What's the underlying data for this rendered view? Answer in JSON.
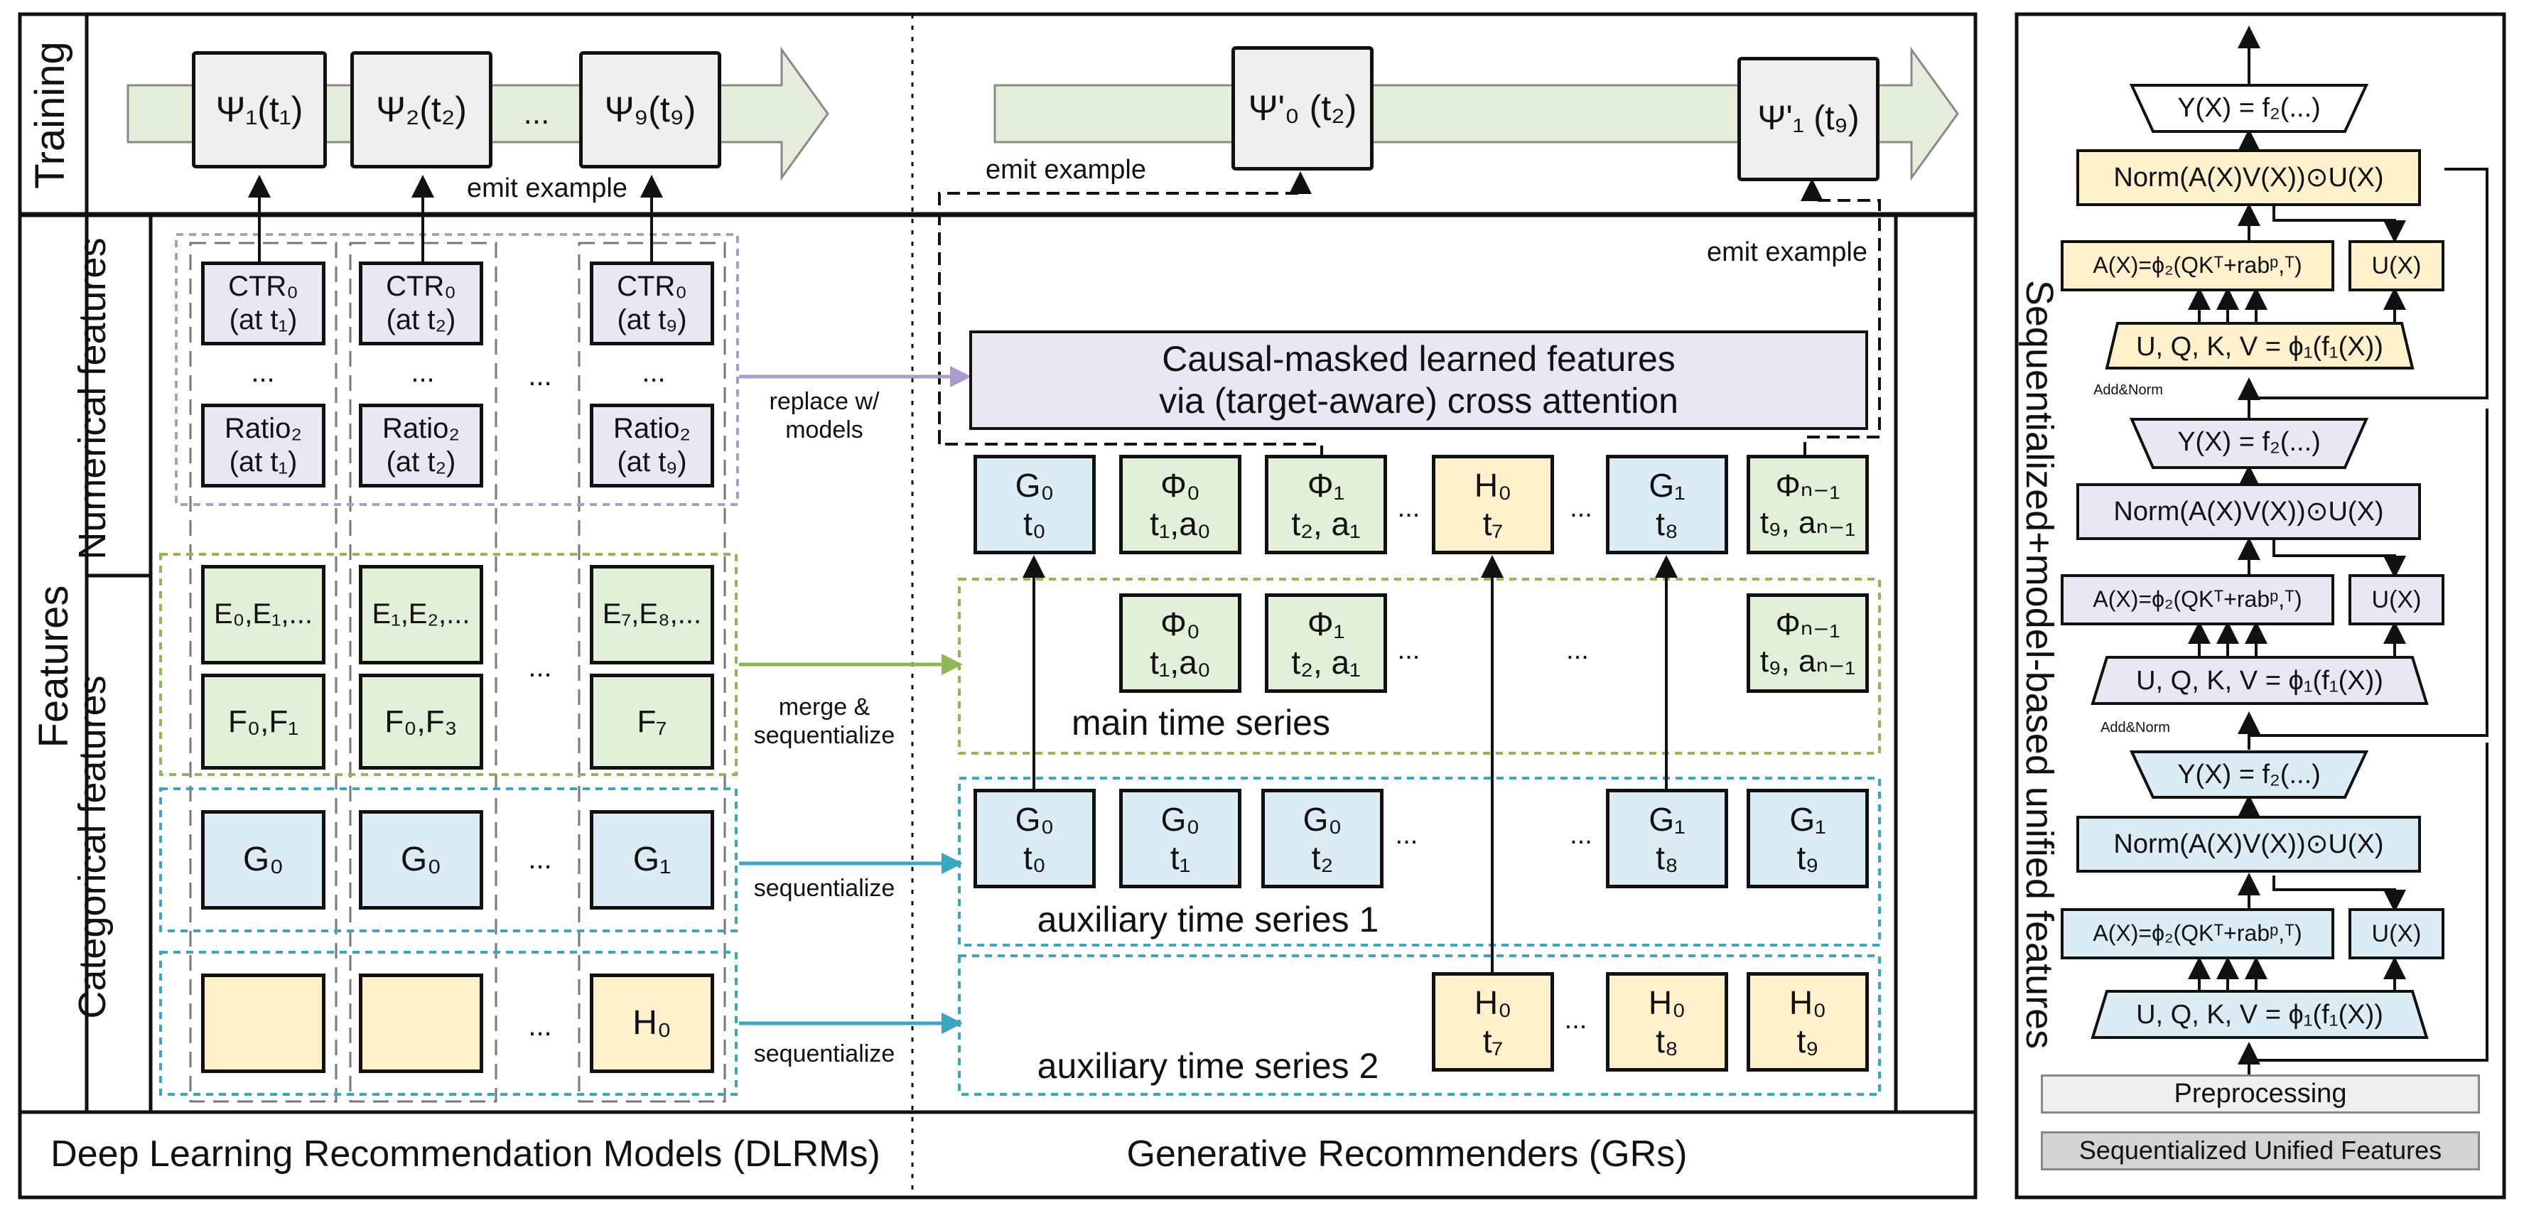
{
  "rows": {
    "training": "Training",
    "features": "Features",
    "numerical": "Numerical features",
    "categorical": "Categorical features",
    "right_side": "Sequentialized+model-based unified features"
  },
  "bottom": {
    "dlrm": "Deep Learning Recommendation Models (DLRMs)",
    "gr": "Generative Recommenders (GRs)"
  },
  "training": {
    "psi1": "Ψ₁(t₁)",
    "psi2": "Ψ₂(t₂)",
    "psi9": "Ψ₉(t₉)",
    "psi0p": "Ψ'₀ (t₂)",
    "psi1p": "Ψ'₁ (t₉)",
    "ellipsis": "...",
    "emit_left": "emit example",
    "emit_mid": "emit example",
    "emit_right": "emit example"
  },
  "dlrm": {
    "ctr1": [
      "CTR₀",
      "(at t₁)"
    ],
    "ctr2": [
      "CTR₀",
      "(at t₂)"
    ],
    "ctr9": [
      "CTR₀",
      "(at t₉)"
    ],
    "ratio1": [
      "Ratio₂",
      "(at t₁)"
    ],
    "ratio2": [
      "Ratio₂",
      "(at t₂)"
    ],
    "ratio9": [
      "Ratio₂",
      "(at t₉)"
    ],
    "e1": "E₀,E₁,...",
    "e2": "E₁,E₂,...",
    "e9": "E₇,E₈,...",
    "f1": "F₀,F₁",
    "f2": "F₀,F₃",
    "f9": "F₇",
    "g1": "G₀",
    "g2": "G₀",
    "g9": "G₁",
    "h9": "H₀",
    "dots": "...",
    "dots3": "..."
  },
  "arrows": {
    "replace": [
      "replace w/",
      "models"
    ],
    "merge": [
      "merge &",
      "sequentialize"
    ],
    "seq1": "sequentialize",
    "seq2": "sequentialize"
  },
  "gr": {
    "causal": [
      "Causal-masked learned features",
      "via (target-aware) cross attention"
    ],
    "top": [
      [
        "G₀",
        "t₀"
      ],
      [
        "Φ₀",
        "t₁,a₀"
      ],
      [
        "Φ₁",
        "t₂, a₁"
      ],
      [
        "H₀",
        "t₇"
      ],
      [
        "G₁",
        "t₈"
      ],
      [
        "Φₙ₋₁",
        "t₉, aₙ₋₁"
      ]
    ],
    "main": [
      [
        "Φ₀",
        "t₁,a₀"
      ],
      [
        "Φ₁",
        "t₂, a₁"
      ],
      [
        "Φₙ₋₁",
        "t₉, aₙ₋₁"
      ]
    ],
    "main_label": "main time series",
    "aux1": [
      [
        "G₀",
        "t₀"
      ],
      [
        "G₀",
        "t₁"
      ],
      [
        "G₀",
        "t₂"
      ],
      [
        "G₁",
        "t₈"
      ],
      [
        "G₁",
        "t₉"
      ]
    ],
    "aux1_label": "auxiliary time series 1",
    "aux2": [
      [
        "H₀",
        "t₇"
      ],
      [
        "H₀",
        "t₈"
      ],
      [
        "H₀",
        "t₉"
      ]
    ],
    "aux2_label": "auxiliary time series 2",
    "dots": "..."
  },
  "stack": {
    "y": "Y(X) = f₂(...)",
    "norm": "Norm(A(X)V(X))⊙U(X)",
    "a": "A(X)=ϕ₂(QKᵀ+rabᵖ,ᵀ)",
    "u": "U(X)",
    "uqkv": "U, Q, K, V = ϕ₁(f₁(X))",
    "addnorm1": "Add&Norm",
    "addnorm2": "Add&Norm",
    "pre": "Preprocessing",
    "suf": "Sequentialized Unified Features"
  },
  "colors": {
    "green": "#e2efd9",
    "blue": "#dbecf4",
    "yellow": "#fef1cc",
    "purple": "#e9e7f1",
    "band": "#e4eedb",
    "purple_line": "#a99bcc",
    "green_line": "#8db852",
    "blue_line": "#39a7c4"
  }
}
